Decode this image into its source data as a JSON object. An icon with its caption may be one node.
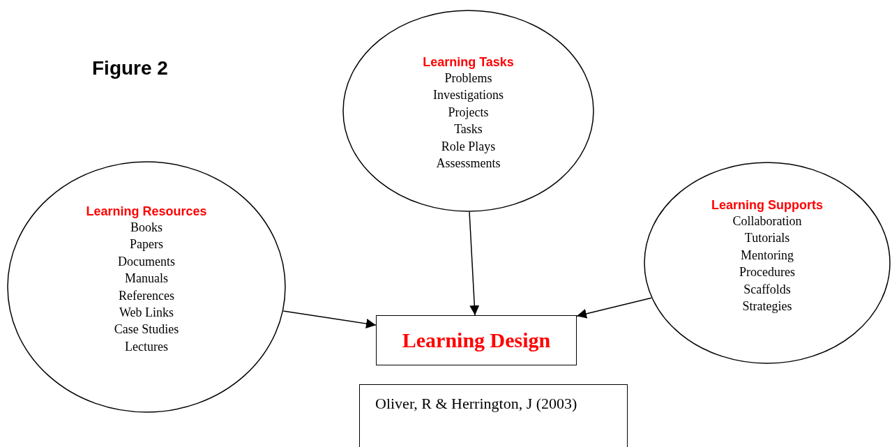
{
  "diagram": {
    "title": "Figure 2",
    "nodes": [
      {
        "text": [
          "Learning Tasks",
          "Problems",
          "Investigations",
          "Projects",
          "Tasks",
          "Role Plays",
          "Assessments"
        ]
      },
      {
        "text": [
          "Learning Resources",
          "Books",
          "Papers",
          "Documents",
          "Manuals",
          "References",
          "Web Links",
          "Case Studies",
          "Lectures"
        ]
      },
      {
        "text": [
          "Learning Supports",
          "Collaboration",
          "Tutorials",
          "Mentoring",
          "Procedures",
          "Scaffolds",
          "Strategies"
        ]
      },
      {
        "text": [
          "Learning Design"
        ]
      },
      {
        "text": [
          "Oliver, R & Herrington, J (2003)"
        ]
      }
    ],
    "edges": [
      {
        "from": 0,
        "to": 3,
        "arrow": "to"
      },
      {
        "from": 1,
        "to": 3,
        "arrow": "to"
      },
      {
        "from": 2,
        "to": 3,
        "arrow": "to"
      }
    ]
  }
}
